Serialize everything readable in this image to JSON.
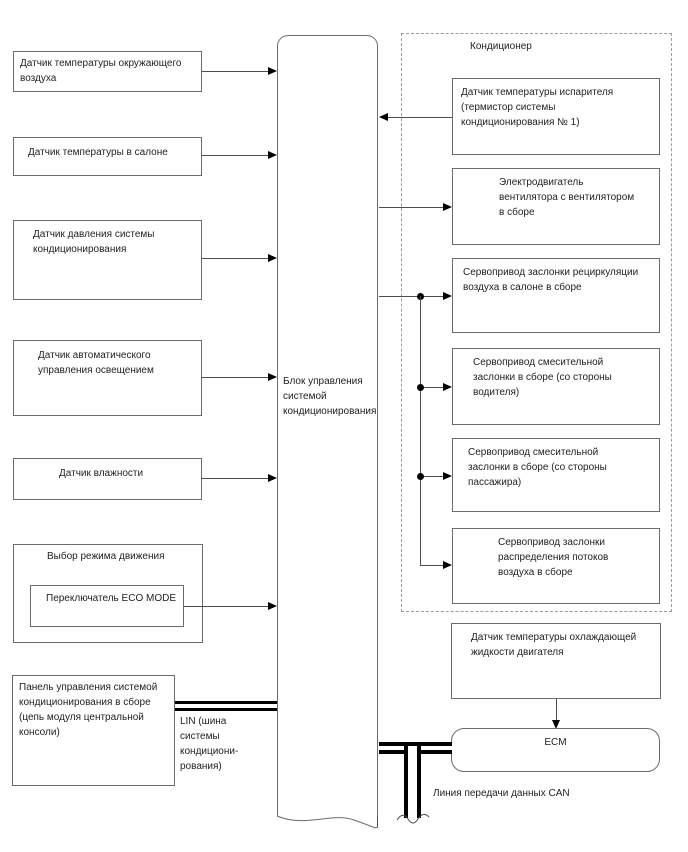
{
  "diagram": {
    "control_unit": {
      "label": "Блок управления\nсистемой\nкондиционирования"
    },
    "inputs": [
      {
        "label": "Датчик температуры окружающего\nвоздуха"
      },
      {
        "label": "Датчик температуры в салоне"
      },
      {
        "label": "Датчик давления системы\nкондиционирования"
      },
      {
        "label": "Датчик автоматического\nуправления освещением"
      },
      {
        "label": "Датчик влажности"
      }
    ],
    "drive_mode": {
      "label": "Выбор режима движения",
      "switch_label": "Переключатель ECO MODE"
    },
    "control_panel": {
      "label": "Панель управления системой\nкондиционирования в сборе\n(цепь модуля центральной\nконсоли)"
    },
    "lin_bus": {
      "label": "LIN (шина\nсистемы\nкондициони-\nрования)"
    },
    "air_conditioner": {
      "label": "Кондиционер",
      "units": [
        {
          "label": "Датчик температуры испарителя\n(термистор системы\nкондиционирования № 1)"
        },
        {
          "label": "Электродвигатель\nвентилятора с вентилятором\nв сборе"
        },
        {
          "label": "Сервопривод заслонки рециркуляции\nвоздуха в салоне в сборе"
        },
        {
          "label": "Сервопривод смесительной\nзаслонки в сборе (со стороны\nводителя)"
        },
        {
          "label": "Сервопривод смесительной\nзаслонки в сборе (со стороны\nпассажира)"
        },
        {
          "label": "Сервопривод заслонки\nраспределения потоков\nвоздуха в сборе"
        }
      ]
    },
    "coolant_sensor": {
      "label": "Датчик температуры охлаждающей\nжидкости двигателя"
    },
    "ecm": {
      "label": "ECM"
    },
    "can_bus": {
      "label": "Линия передачи данных CAN"
    },
    "colors": {
      "box_border": "#6b6b6b",
      "line": "#4d4d4d",
      "arrow": "#000000",
      "text": "#1f1f1f",
      "background": "#ffffff"
    }
  }
}
